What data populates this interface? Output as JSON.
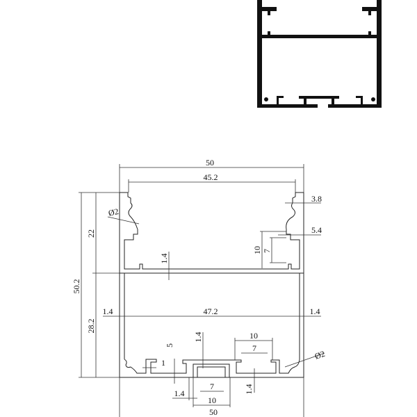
{
  "colors": {
    "profile": "#111111",
    "line": "#333333",
    "background": "#ffffff"
  },
  "dimensions": {
    "overall_width_top": "50",
    "inner_width_top": "45.2",
    "lip_width": "3.8",
    "groove_dia_top": "Ø2",
    "upper_chamber_height": "22",
    "total_height": "50.2",
    "slot_width_right": "5.4",
    "slot_outer_height": "10",
    "slot_inner_height": "7",
    "divider_thickness": "1.4",
    "wall_left": "1.4",
    "inner_width_bottom": "47.2",
    "wall_right": "1.4",
    "lower_chamber_height": "28.2",
    "center_thickness": "1.4",
    "right_channel_outer": "10",
    "step_height": "5",
    "right_channel_inner": "7",
    "groove_dia_bottom": "Ø2",
    "lip_1": "1",
    "center_channel_inner": "7",
    "center_wall": "1.4",
    "bottom_thickness": "1.4",
    "center_channel_outer": "10",
    "overall_width_bottom": "50"
  }
}
